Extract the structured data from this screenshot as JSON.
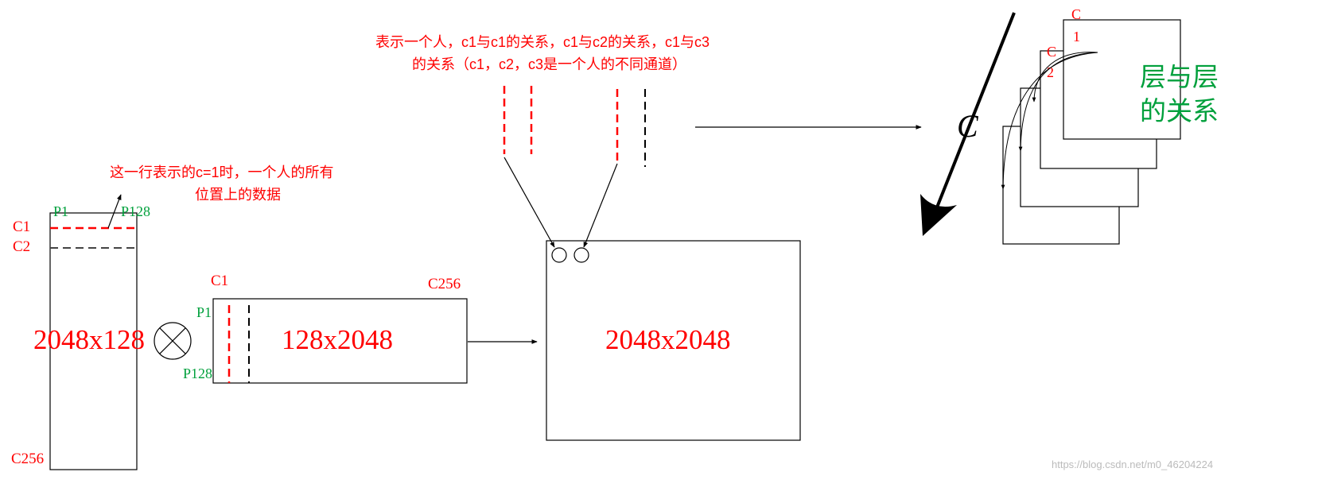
{
  "colors": {
    "red": "#ff0000",
    "green": "#00a03c",
    "black": "#000000",
    "grey": "#444444",
    "watermark": "#bbbbbb"
  },
  "left_matrix": {
    "dims": "2048x128",
    "row1_label": "C1",
    "row2_label": "C2",
    "bottom_label": "C256",
    "col_start": "P1",
    "col_end": "P128",
    "note_line1": "这一行表示的c=1时，一个人的所有",
    "note_line2": "位置上的数据"
  },
  "operator": {
    "symbol": "⊗"
  },
  "mid_matrix": {
    "dims": "128x2048",
    "col_start": "C1",
    "col_end": "C256",
    "row_start": "P1",
    "row_end": "P128"
  },
  "result_matrix": {
    "dims": "2048x2048"
  },
  "top_note": {
    "line1": "表示一个人，c1与c1的关系，c1与c2的关系，c1与c3",
    "line2": "的关系（c1，c2，c3是一个人的不同通道）"
  },
  "stack": {
    "axis_label": "C",
    "top_label_a": "C",
    "top_label_b": "1",
    "second_label_a": "C",
    "second_label_b": "2",
    "relation_line1": "层与层",
    "relation_line2": "的关系"
  },
  "watermark": "https://blog.csdn.net/m0_46204224"
}
